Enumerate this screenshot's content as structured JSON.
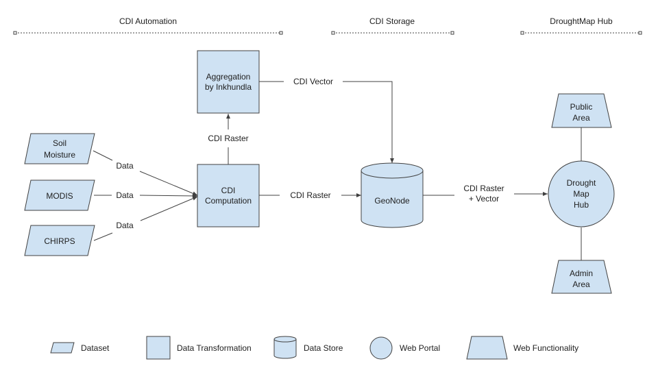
{
  "sections": {
    "automation": "CDI Automation",
    "storage": "CDI Storage",
    "hub": "DroughtMap Hub"
  },
  "nodes": {
    "soil_moisture": [
      "Soil",
      "Moisture"
    ],
    "modis": "MODIS",
    "chirps": "CHIRPS",
    "aggregation": [
      "Aggregation",
      "by Inkhundla"
    ],
    "computation": [
      "CDI",
      "Computation"
    ],
    "geonode": "GeoNode",
    "drought_map_hub": [
      "Drought",
      "Map",
      "Hub"
    ],
    "public_area": [
      "Public",
      "Area"
    ],
    "admin_area": [
      "Admin",
      "Area"
    ]
  },
  "edge_labels": {
    "data_soil": "Data",
    "data_modis": "Data",
    "data_chirps": "Data",
    "cdi_raster_up": "CDI Raster",
    "cdi_vector": "CDI Vector",
    "cdi_raster_right": "CDI Raster",
    "cdi_raster_vector": [
      "CDI Raster",
      "+ Vector"
    ]
  },
  "legend": {
    "dataset": "Dataset",
    "data_transformation": "Data Transformation",
    "data_store": "Data Store",
    "web_portal": "Web Portal",
    "web_functionality": "Web Functionality"
  },
  "colors": {
    "fill": "#cfe2f3",
    "stroke": "#404040"
  }
}
